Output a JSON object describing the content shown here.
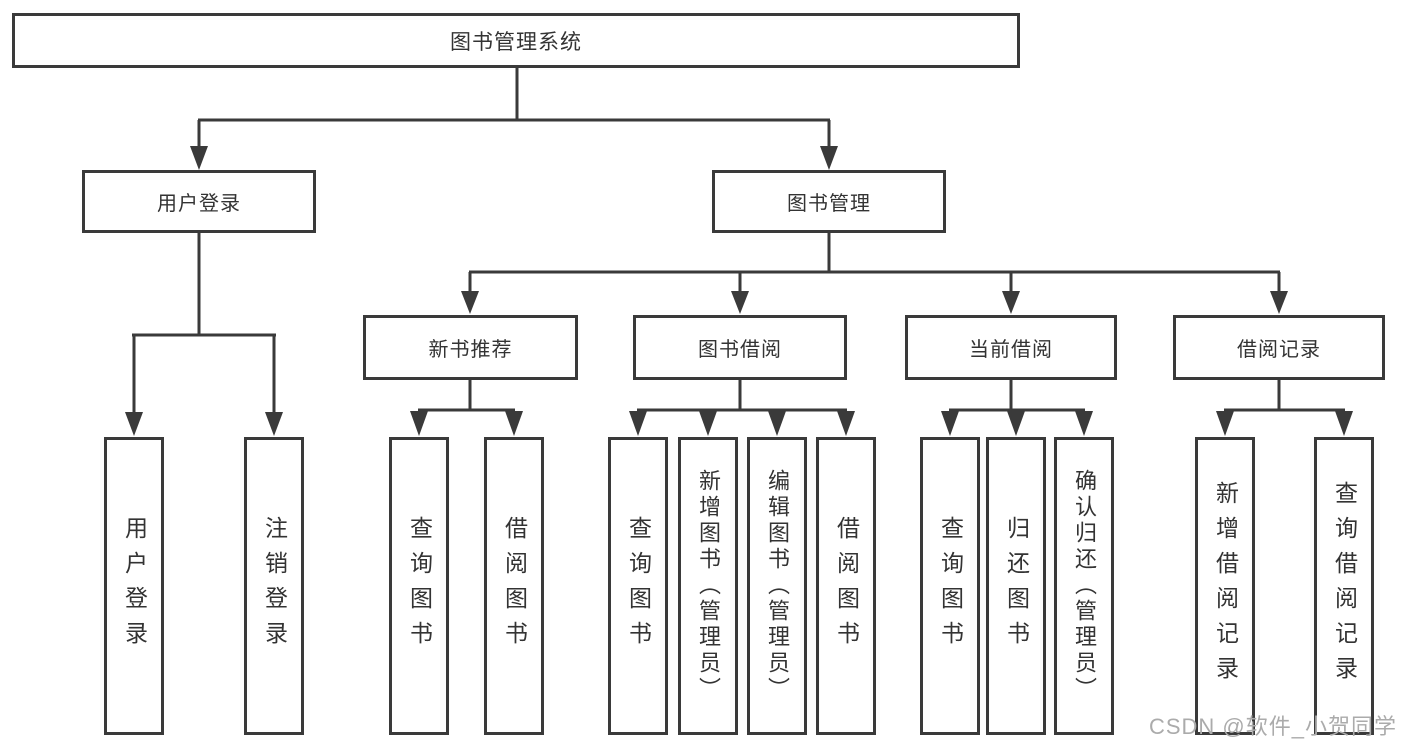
{
  "colors": {
    "line": "#3a3a3a",
    "text": "#333333",
    "box_bg": "#ffffff",
    "watermark": "#ababab"
  },
  "root": {
    "label": "图书管理系统"
  },
  "level2": [
    {
      "label": "用户登录",
      "children": [
        {
          "label": "用户登录"
        },
        {
          "label": "注销登录"
        }
      ]
    },
    {
      "label": "图书管理",
      "children": [
        {
          "label": "新书推荐",
          "children": [
            {
              "label": "查询图书"
            },
            {
              "label": "借阅图书"
            }
          ]
        },
        {
          "label": "图书借阅",
          "children": [
            {
              "label": "查询图书"
            },
            {
              "label": "新增图书（管理员）"
            },
            {
              "label": "编辑图书（管理员）"
            },
            {
              "label": "借阅图书"
            }
          ]
        },
        {
          "label": "当前借阅",
          "children": [
            {
              "label": "查询图书"
            },
            {
              "label": "归还图书"
            },
            {
              "label": "确认归还（管理员）"
            }
          ]
        },
        {
          "label": "借阅记录",
          "children": [
            {
              "label": "新增借阅记录"
            },
            {
              "label": "查询借阅记录"
            }
          ]
        }
      ]
    }
  ],
  "watermark": {
    "text": "CSDN @软件_小贺同学"
  }
}
